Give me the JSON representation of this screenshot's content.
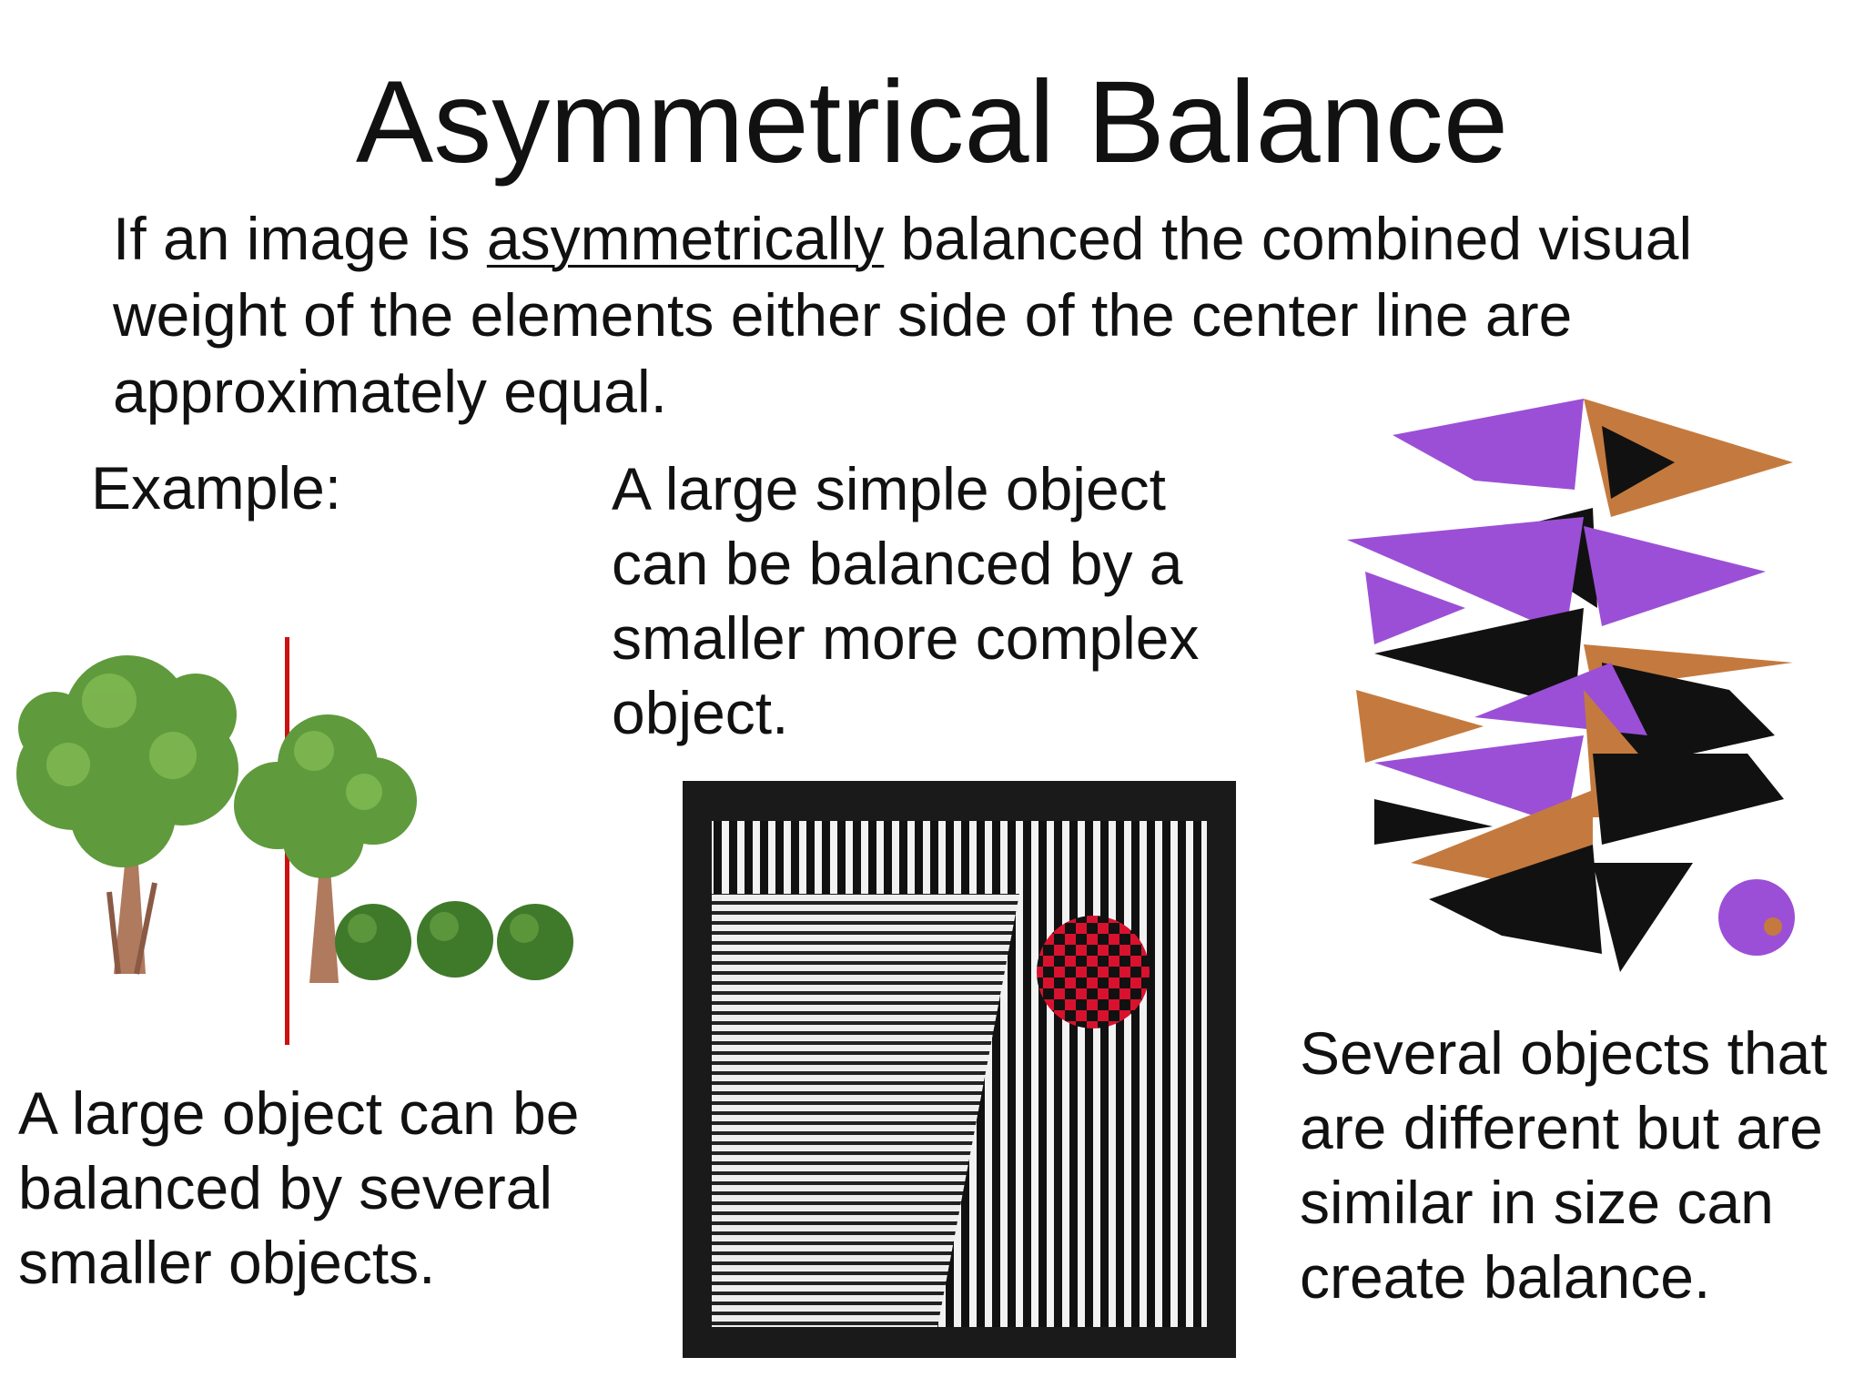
{
  "slide": {
    "title": "Asymmetrical Balance",
    "intro": {
      "before": "If an image is ",
      "emphasis": "asymmetrically",
      "after": " balanced the combined visual weight of the elements either side of the center line are approximately equal."
    },
    "example_label": "Example:",
    "captions": {
      "center": "A large simple object can be balanced by a smaller more complex object.",
      "left": "A large object can be balanced by several smaller objects.",
      "right": "Several objects that are different but are similar in size can create balance."
    }
  },
  "colors": {
    "text": "#111111",
    "center_line": "#cc1111",
    "tree_foliage": "#5f9a3c",
    "tree_trunk": "#b07a5e",
    "bush": "#3f7a2a",
    "purple": "#9b4fd6",
    "orange": "#c47a3e",
    "black": "#111111",
    "checker_red": "#d8122e"
  },
  "icons": {
    "trees": "tree-illustration",
    "stripes": "striped-artwork",
    "collage": "cut-paper-collage"
  }
}
